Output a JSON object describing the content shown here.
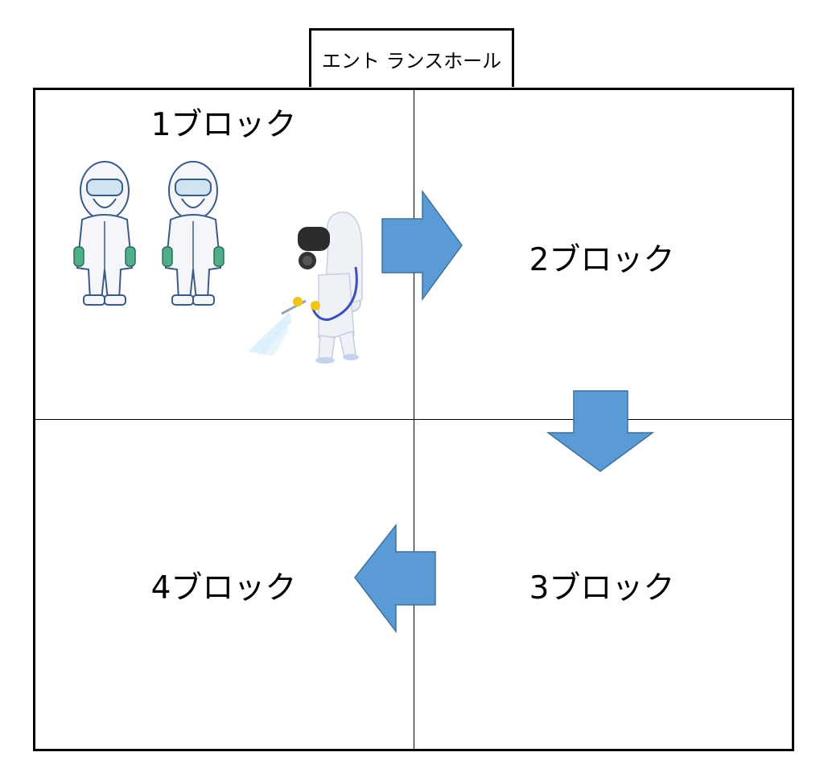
{
  "entrance": {
    "label": "エント ランスホール"
  },
  "blocks": [
    {
      "id": 1,
      "label": "1ブロック"
    },
    {
      "id": 2,
      "label": "2ブロック"
    },
    {
      "id": 3,
      "label": "3ブロック"
    },
    {
      "id": 4,
      "label": "4ブロック"
    }
  ],
  "colors": {
    "arrow_fill": "#5b9bd5",
    "arrow_stroke": "#41719c",
    "suit": "#f4f6fa",
    "glove": "#4fae8c",
    "goggle": "#cfe3f1",
    "spray": "#d9eefc"
  },
  "arrows": [
    {
      "from": 1,
      "to": 2,
      "direction": "right"
    },
    {
      "from": 2,
      "to": 3,
      "direction": "down"
    },
    {
      "from": 3,
      "to": 4,
      "direction": "left"
    }
  ],
  "icons": [
    "worker-in-protective-suit-icon",
    "worker-in-protective-suit-icon",
    "disinfection-sprayer-worker-icon"
  ]
}
